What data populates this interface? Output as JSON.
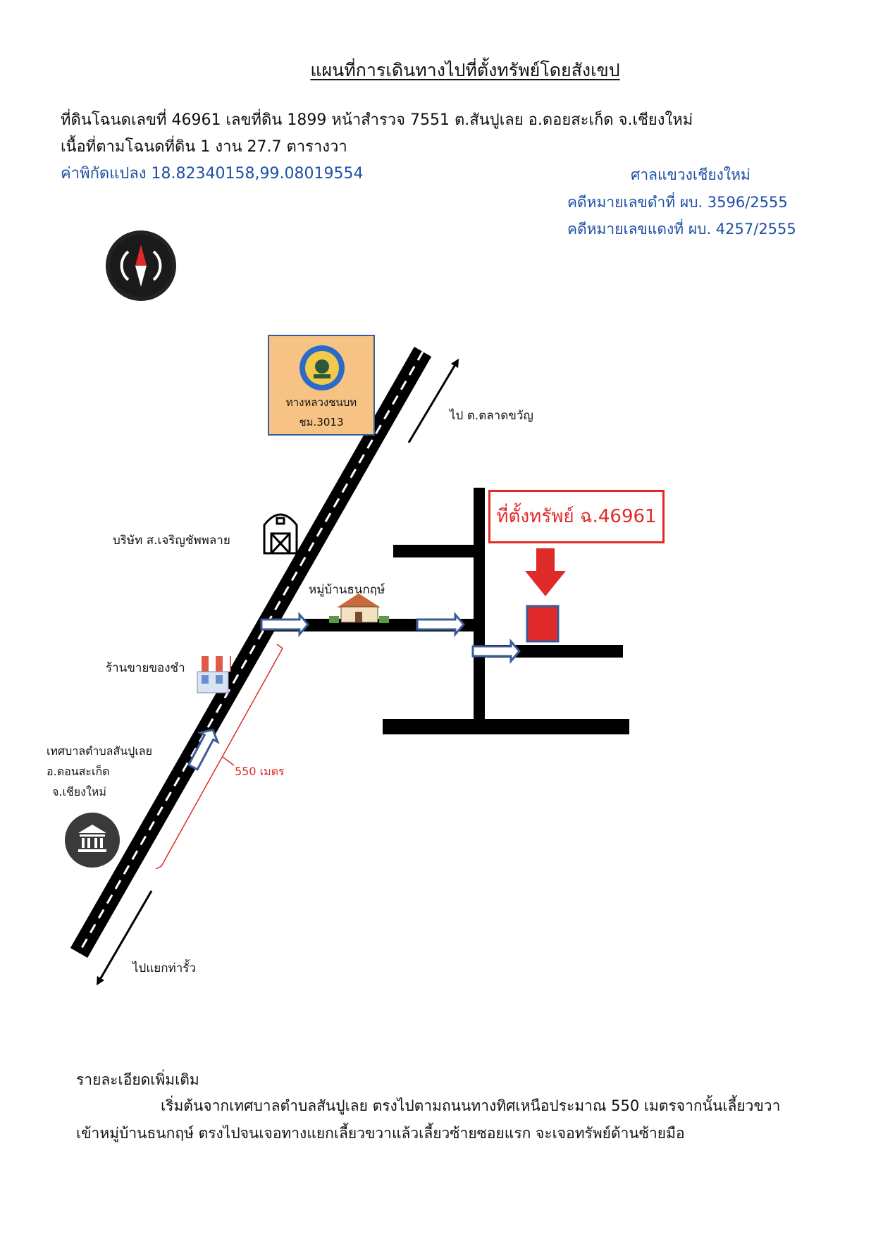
{
  "title": "แผนที่การเดินทางไปที่ตั้งทรัพย์โดยสังเขป",
  "land_info": {
    "line1": "ที่ดินโฉนดเลขที่ 46961 เลขที่ดิน 1899 หน้าสำรวจ 7551 ต.สันปูเลย อ.ดอยสะเก็ด จ.เชียงใหม่",
    "line2": "เนื้อที่ตามโฉนดที่ดิน 1 งาน  27.7  ตารางวา",
    "coords": "ค่าพิกัดแปลง 18.82340158,99.08019554"
  },
  "court": {
    "name": "ศาลแขวงเชียงใหม่",
    "black_case": "คดีหมายเลขดำที่    ผบ. 3596/2555",
    "red_case": "คดีหมายเลขแดงที่  ผบ. 4257/2555"
  },
  "map": {
    "road_sign_line1": "ทางหลวงชนบท",
    "road_sign_line2": "ชม.3013",
    "to_north": "ไป ต.ตลาดขวัญ",
    "to_south": "ไปแยกท่ารั้ว",
    "company": "บริษัท ส.เจริญชัพพลาย",
    "village": "หมู่บ้านธนกฤษ์",
    "shop": "ร้านขายของชำ",
    "municipality_line1": "เทศบาลตำบลสันปูเลย",
    "municipality_line2": "อ.ดอนสะเก็ด",
    "municipality_line3": "จ.เชียงใหม่",
    "distance": "550 เมตร",
    "property_label": "ที่ตั้งทรัพย์ ฉ.46961",
    "colors": {
      "accent_red": "#e02a2a",
      "road": "#000000",
      "text_blue": "#1f4fa3"
    },
    "icons": [
      "compass-icon",
      "highway-emblem-icon",
      "barn-icon",
      "house-icon",
      "shop-icon",
      "government-building-icon",
      "property-marker-icon"
    ]
  },
  "details": {
    "heading": "รายละเอียดเพิ่มเติม",
    "p1": "เริ่มต้นจากเทศบาลตำบลสันปูเลย ตรงไปตามถนนทางทิศเหนือประมาณ 550 เมตรจากนั้นเลี้ยวขวา",
    "p2": "เข้าหมู่บ้านธนกฤษ์ ตรงไปจนเจอทางแยกเลี้ยวขวาแล้วเลี้ยวซ้ายซอยแรก จะเจอทรัพย์ด้านซ้ายมือ"
  }
}
